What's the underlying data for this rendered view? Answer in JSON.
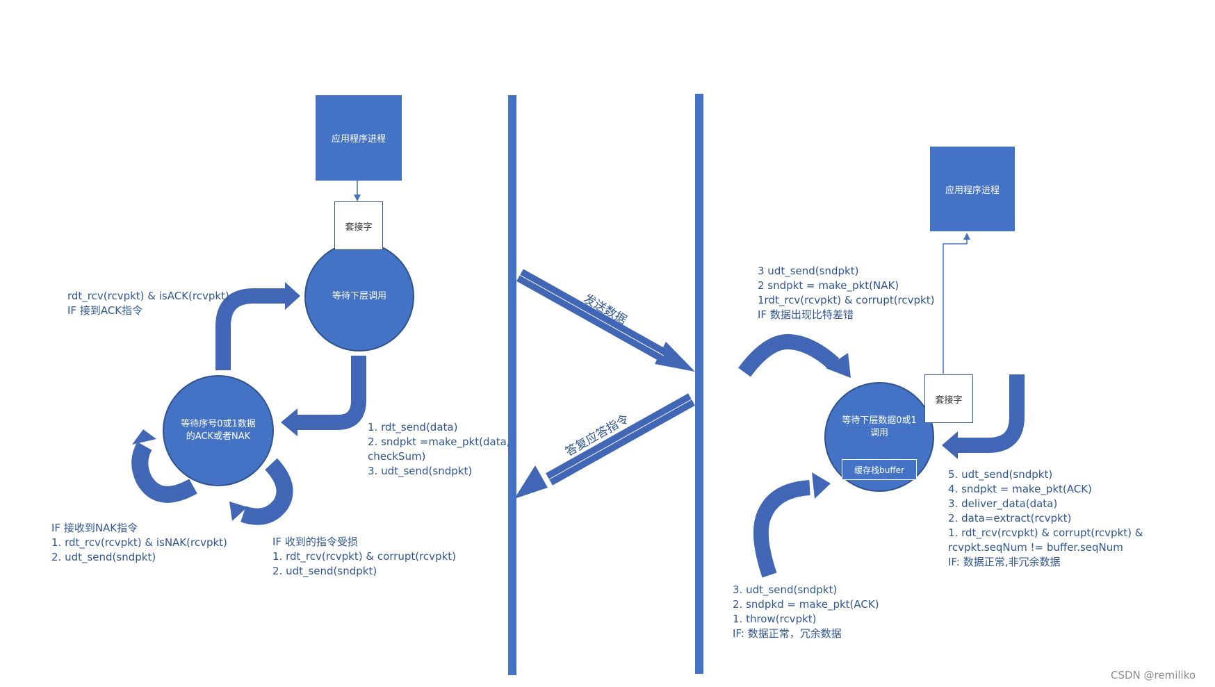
{
  "colors": {
    "primary": "#4472c4",
    "dark_arrow": "#4066b5",
    "text_blue": "#2f5597",
    "line": "#4472c4"
  },
  "sender": {
    "app_process": "应用程序进程",
    "socket": "套接字",
    "state_wait_call": "等待下层调用",
    "state_wait_ack": [
      "等待序号0或1数据",
      "的ACK或者NAK"
    ],
    "ack_label": [
      "rdt_rcv(rcvpkt) & isACK(rcvpkt)",
      "IF           接到ACK指令"
    ],
    "send_label": [
      "1. rdt_send(data)",
      "2. sndpkt =make_pkt(data,",
      "checkSum)",
      "3. udt_send(sndpkt)"
    ],
    "nak_label": [
      "IF           接收到NAK指令",
      "1. rdt_rcv(rcvpkt) & isNAK(rcvpkt)",
      "2. udt_send(sndpkt)"
    ],
    "corrupt_label": [
      "IF           收到的指令受损",
      "1. rdt_rcv(rcvpkt) & corrupt(rcvpkt)",
      "2. udt_send(sndpkt)"
    ]
  },
  "channel": {
    "send_data": "发送数据",
    "reply_ack": "答复应答指令"
  },
  "receiver": {
    "app_process": "应用程序进程",
    "socket": "套接字",
    "state_wait": [
      "等待下层数据0或1",
      "调用"
    ],
    "buffer": "缓存栈buffer",
    "bit_error_label": [
      "3 udt_send(sndpkt)",
      "2 sndpkt = make_pkt(NAK)",
      "1rdt_rcv(rcvpkt) & corrupt(rcvpkt)",
      "IF          数据出现比特差错"
    ],
    "deliver_label": [
      "5. udt_send(sndpkt)",
      "4. sndpkt = make_pkt(ACK)",
      "3. deliver_data(data)",
      "2. data=extract(rcvpkt)",
      "1. rdt_rcv(rcvpkt) & corrupt(rcvpkt) &",
      "rcvpkt.seqNum != buffer.seqNum",
      "IF:          数据正常,非冗余数据"
    ],
    "redundant_label": [
      "3. udt_send(sndpkt)",
      "2. sndpkd =  make_pkt(ACK)",
      "1.  throw(rcvpkt)",
      "IF:          数据正常，冗余数据"
    ]
  },
  "watermark": "CSDN @remiliko"
}
